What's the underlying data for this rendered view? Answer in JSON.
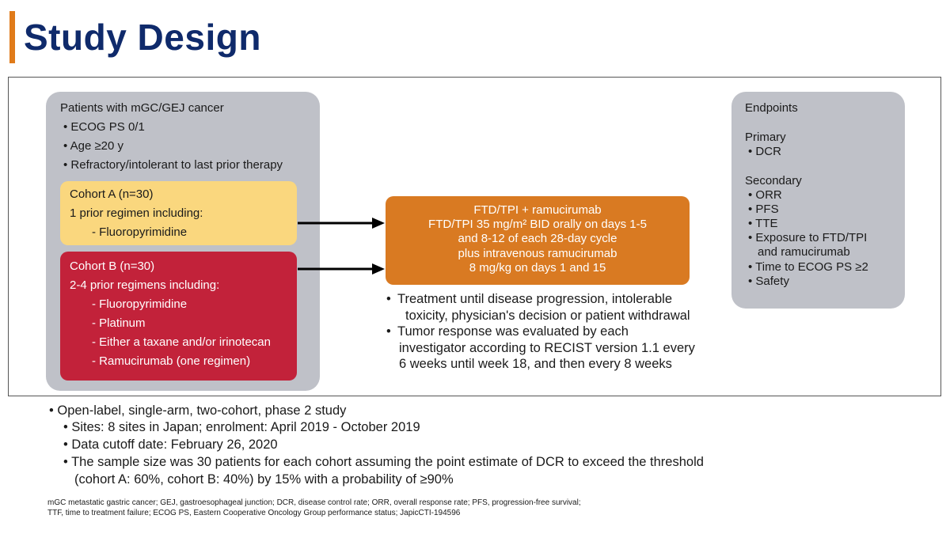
{
  "header": {
    "title": "Study Design",
    "accent_color": "#e07b1a",
    "title_color": "#0f2a6b"
  },
  "patients": {
    "title": "Patients with mGC/GEJ cancer",
    "criteria": [
      "ECOG PS 0/1",
      "Age ≥20 y",
      "Refractory/intolerant to last prior therapy"
    ]
  },
  "cohort_a": {
    "title": "Cohort A (n=30)",
    "subtitle": "1 prior regimen including:",
    "items": [
      "- Fluoropyrimidine"
    ],
    "color": "#fad77e"
  },
  "cohort_b": {
    "title": "Cohort B (n=30)",
    "subtitle": "2-4 prior regimens including:",
    "items": [
      "- Fluoropyrimidine",
      "- Platinum",
      "- Either a taxane and/or irinotecan",
      "- Ramucirumab (one regimen)"
    ],
    "color": "#c2223a"
  },
  "treatment": {
    "lines": [
      "FTD/TPI + ramucirumab",
      "FTD/TPI 35 mg/m² BID orally on days 1-5",
      "and 8-12 of each 28-day cycle",
      "plus intravenous ramucirumab",
      "8 mg/kg on days 1 and 15"
    ],
    "color": "#d97a22"
  },
  "treatment_notes": [
    {
      "lines": [
        "Treatment until disease progression, intolerable",
        "toxicity, physician's decision or patient withdrawal"
      ]
    },
    {
      "lines": [
        "Tumor response was evaluated by each",
        "investigator according to RECIST version 1.1 every",
        "6 weeks until week 18, and then every 8 weeks"
      ]
    }
  ],
  "endpoints": {
    "title": "Endpoints",
    "primary_label": "Primary",
    "primary": [
      "DCR"
    ],
    "secondary_label": "Secondary",
    "secondary": [
      "ORR",
      "PFS",
      "TTE",
      "Exposure to FTD/TPI",
      "Time to ECOG PS ≥2",
      "Safety"
    ],
    "secondary_continuation": "and ramucirumab"
  },
  "design": {
    "main": "Open-label, single-arm, two-cohort, phase 2 study",
    "sub": [
      "Sites: 8 sites in Japan; enrolment: April 2019 - October 2019",
      "Data cutoff date: February 26, 2020",
      "The sample size was 30 patients for each cohort assuming the point estimate of DCR to exceed the threshold"
    ],
    "sub_continuation": "(cohort A: 60%, cohort B: 40%) by 15% with a probability of ≥90%"
  },
  "footnote": [
    "mGC metastatic gastric cancer; GEJ, gastroesophageal junction; DCR, disease control rate; ORR, overall response rate; PFS, progression-free survival;",
    "TTF, time to treatment failure; ECOG PS, Eastern Cooperative Oncology Group performance status; JapicCTI-194596"
  ]
}
